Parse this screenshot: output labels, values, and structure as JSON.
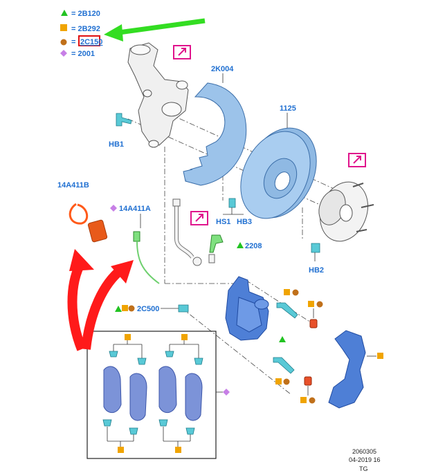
{
  "legend": [
    {
      "symbol": "triangle",
      "color": "#22c322",
      "code": "2B120"
    },
    {
      "symbol": "square",
      "color": "#f0a400",
      "code": "2B292"
    },
    {
      "symbol": "circle",
      "color": "#c0701a",
      "code": "2C150",
      "highlighted": true
    },
    {
      "symbol": "diamond",
      "color": "#c77fe6",
      "code": "2001"
    }
  ],
  "callouts": {
    "shield": "2K004",
    "disc": "1125",
    "bolt_hb1": "HB1",
    "screw_hs1": "HS1",
    "bolt_hb3": "HB3",
    "bolt_hb2": "HB2",
    "pad_wear_sensor_wire": "14A411B",
    "pad_wear_sensor": "14A411A",
    "hose_bracket": "2208",
    "caliper_bleed": "2C500"
  },
  "footer": {
    "drawing_no": "2060305",
    "date": "04-2019 16",
    "author": "TG"
  },
  "colors": {
    "label_blue": "#1f6fd1",
    "link_magenta": "#e0138c",
    "arrow_green": "#33dd22",
    "arrow_red": "#ff1a1a",
    "highlight_box": "#e01010"
  }
}
